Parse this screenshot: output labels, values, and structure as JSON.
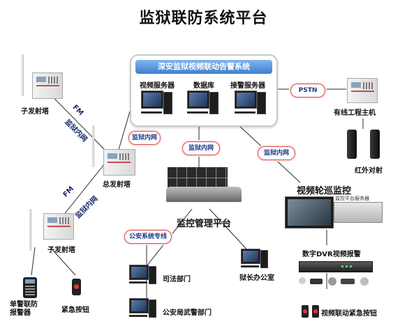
{
  "title": "监狱联防系统平台",
  "hub": {
    "title": "深安监狱视频联动告警系统",
    "servers": [
      "视频服务器",
      "数据库",
      "接警服务器"
    ]
  },
  "network": {
    "pstn": "PSTN",
    "prison_net": "监狱内网",
    "police_line": "公安系统专线",
    "fm": "FM"
  },
  "towers": {
    "sub_top": "子发射塔",
    "main": "总发射塔",
    "sub_bottom": "子发射塔"
  },
  "devices": {
    "wired_host": "有线工程主机",
    "infrared": "红外对射",
    "single_alarm": "单警联防\n报警器",
    "emergency_button": "紧急按钮",
    "video_patrol": "视频轮巡监控",
    "monitor_platform_tag": "监控平台服务器",
    "control_platform": "监控管理平台",
    "warden_office": "狱长办公室",
    "judicial": "司法部门",
    "police_armed": "公安局武警部门",
    "dvr_alarm": "数字DVR视频报警",
    "video_emergency": "视频联动紧急按钮"
  }
}
